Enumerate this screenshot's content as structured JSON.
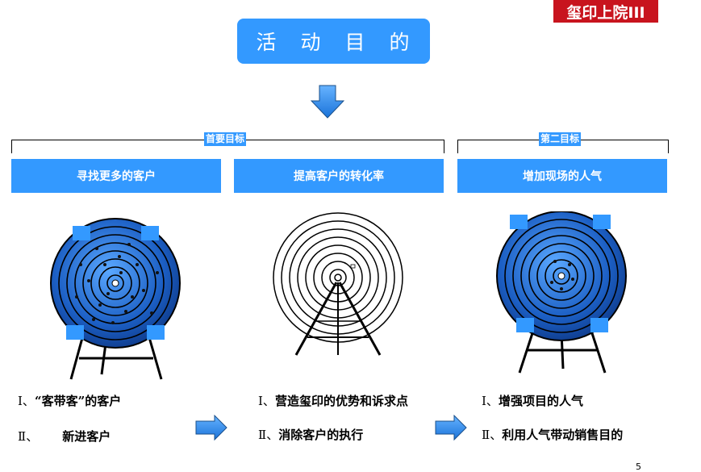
{
  "brand": "玺印上院III",
  "title_chars": [
    "活",
    "动",
    "目",
    "的"
  ],
  "brackets": {
    "primary_label": "首要目标",
    "secondary_label": "第二目标"
  },
  "goals": [
    "寻找更多的客户",
    "提高客户的转化率",
    "增加现场的人气"
  ],
  "items": {
    "col1": [
      {
        "num": "Ⅰ、",
        "text": "“客带客”的客户"
      },
      {
        "num": "Ⅱ、",
        "text": "新进客户"
      }
    ],
    "col2": [
      {
        "num": "Ⅰ、",
        "text": "营造玺印的优势和诉求点"
      },
      {
        "num": "Ⅱ、",
        "text": "消除客户的执行"
      }
    ],
    "col3": [
      {
        "num": "Ⅰ、",
        "text": "增强项目的人气"
      },
      {
        "num": "Ⅱ、",
        "text": "利用人气带动销售目的"
      }
    ]
  },
  "page_number": "5",
  "colors": {
    "accent": "#3399ff",
    "brand_red": "#c8141e",
    "target_dark": "#0a3a8a"
  }
}
